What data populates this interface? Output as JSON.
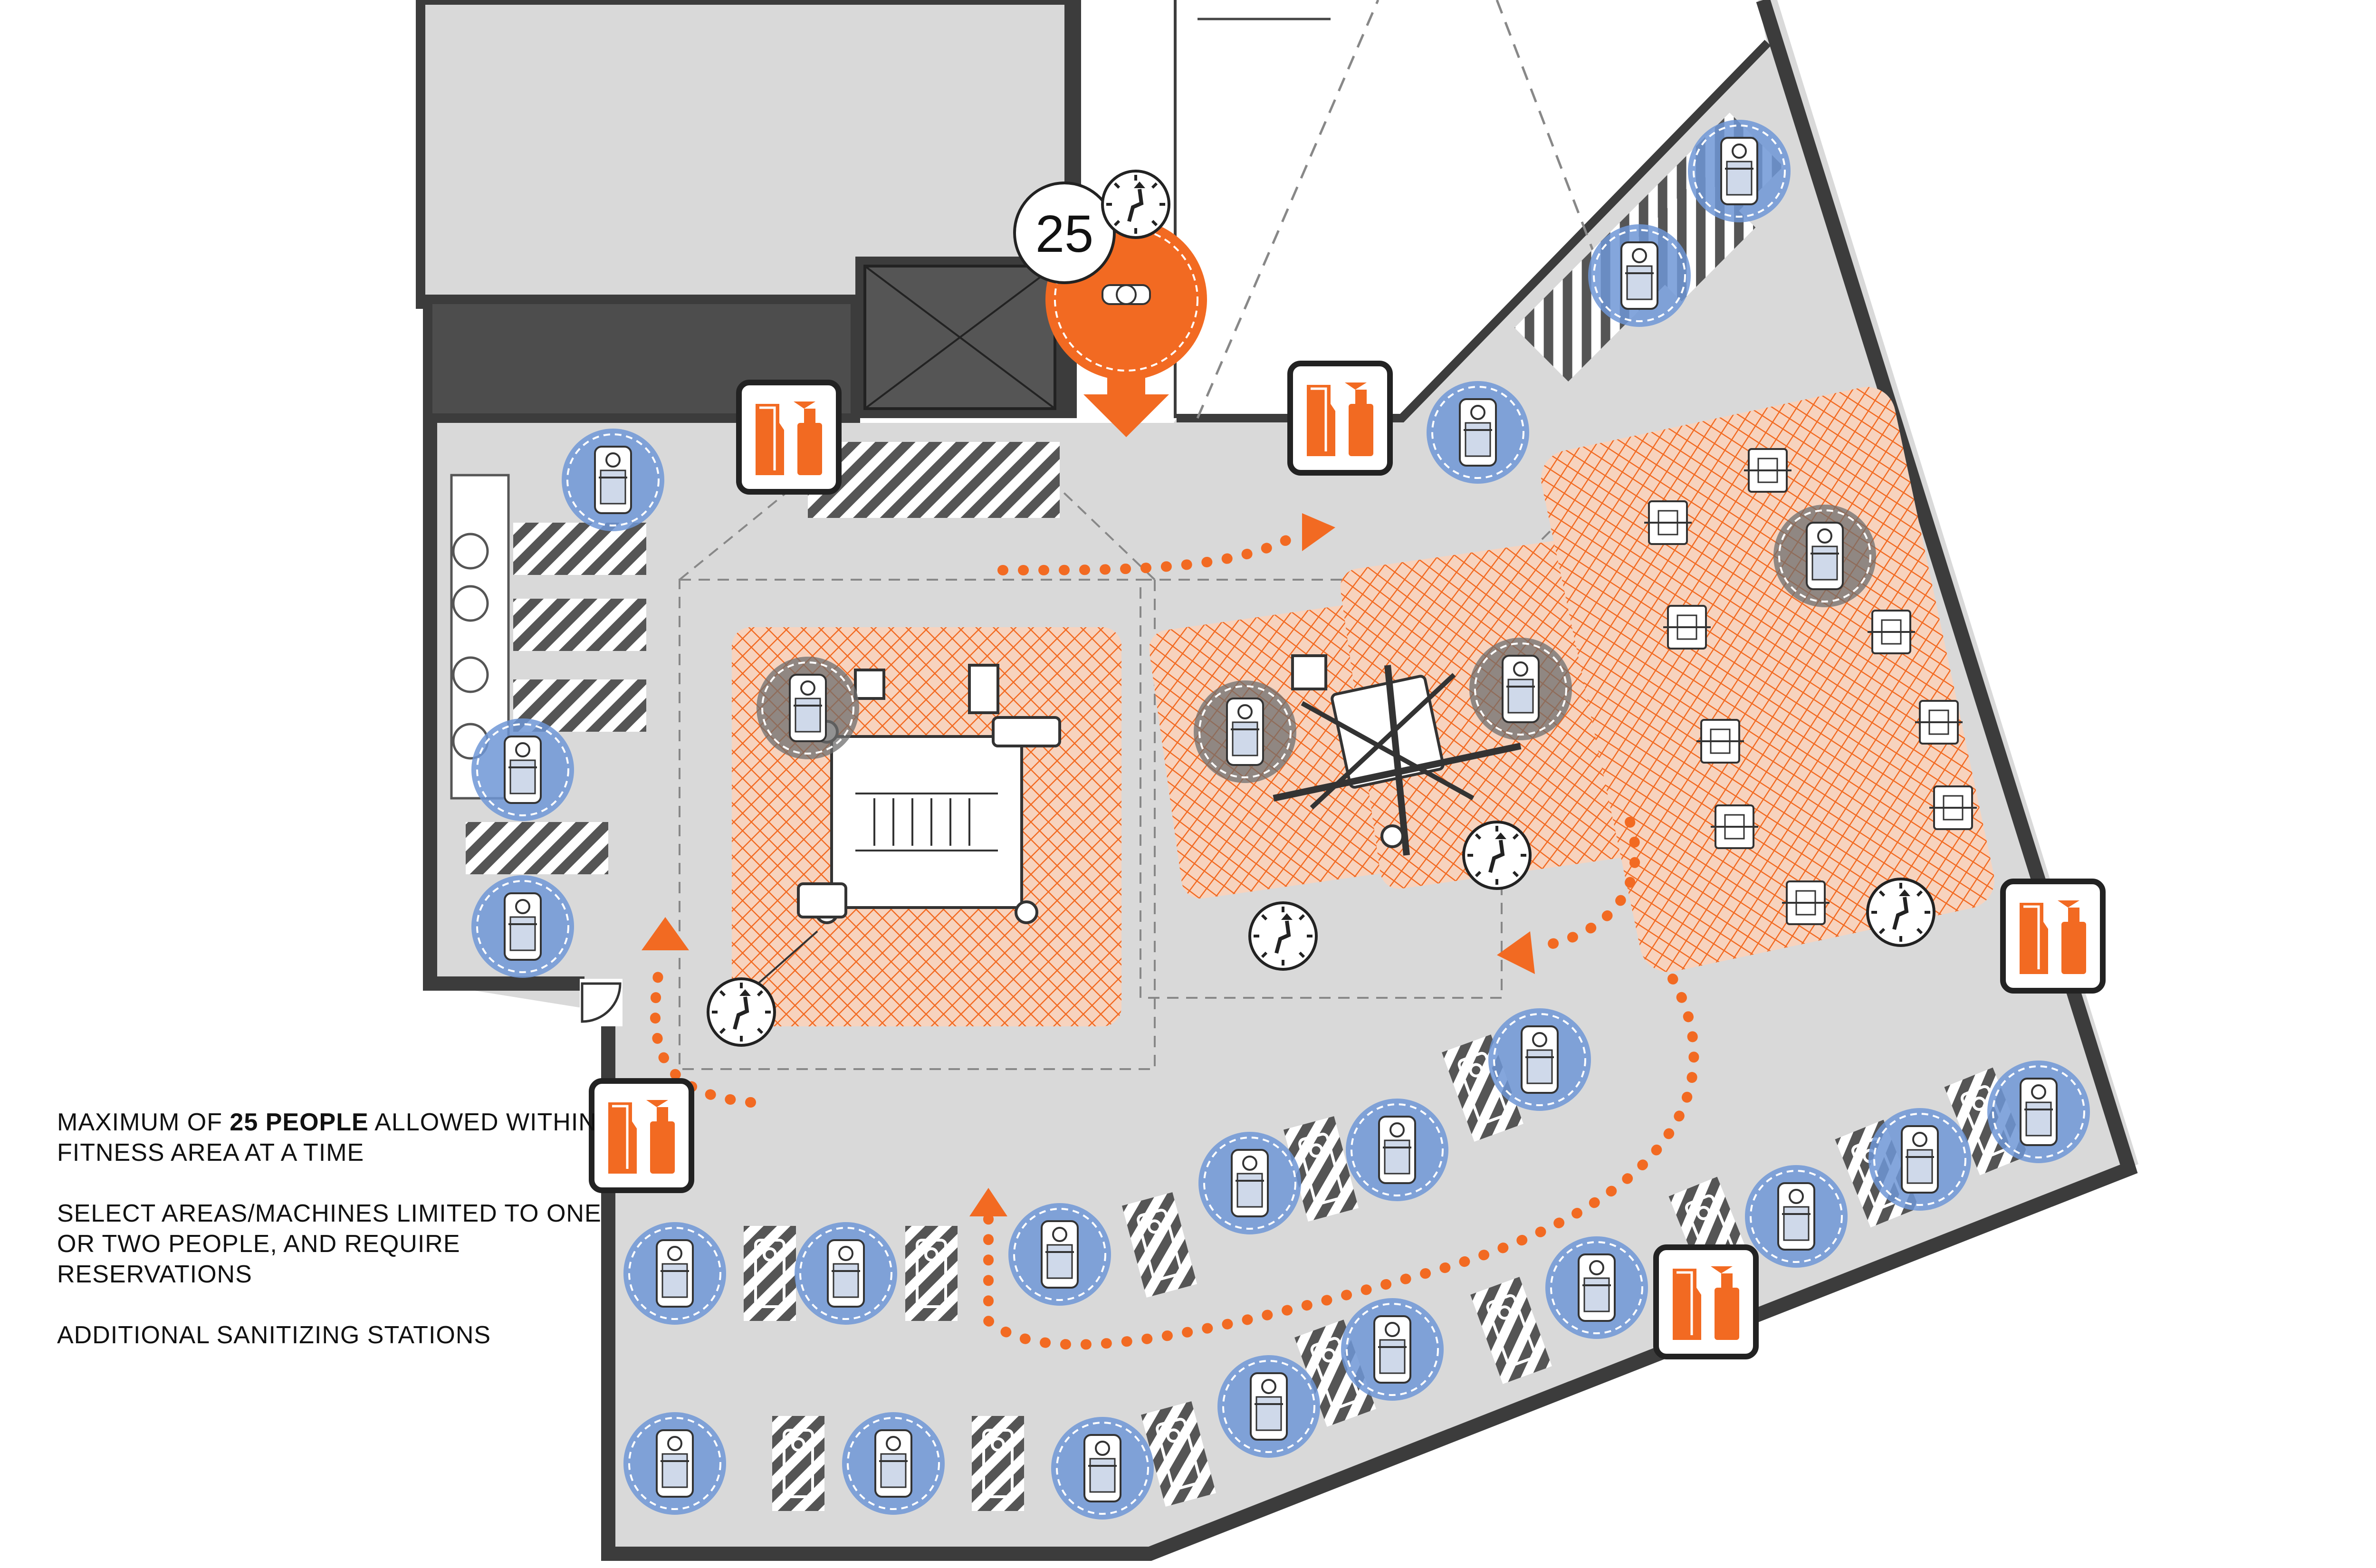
{
  "capacity_badge": "25",
  "legend": {
    "max_pre": "MAXIMUM OF ",
    "max_bold": "25 PEOPLE",
    "max_post": " ALLOWED WITHIN FITNESS AREA AT A TIME",
    "select_areas": "SELECT AREAS/MACHINES LIMITED TO ONE OR TWO PEOPLE, AND REQUIRE RESERVATIONS",
    "sanitizing": "ADDITIONAL SANITIZING STATIONS"
  },
  "colors": {
    "floor": "#d9d9d9",
    "wall": "#3c3c3c",
    "dark_room": "#4d4d4d",
    "orange": "#f26a22",
    "blue": "#6f97d6",
    "hatch": "#555555"
  },
  "icons": [
    "sanitizer-station-icon",
    "reservation-clock-icon",
    "person-icon",
    "arrow-down-icon",
    "circulation-arrow-icon",
    "door-icon"
  ]
}
